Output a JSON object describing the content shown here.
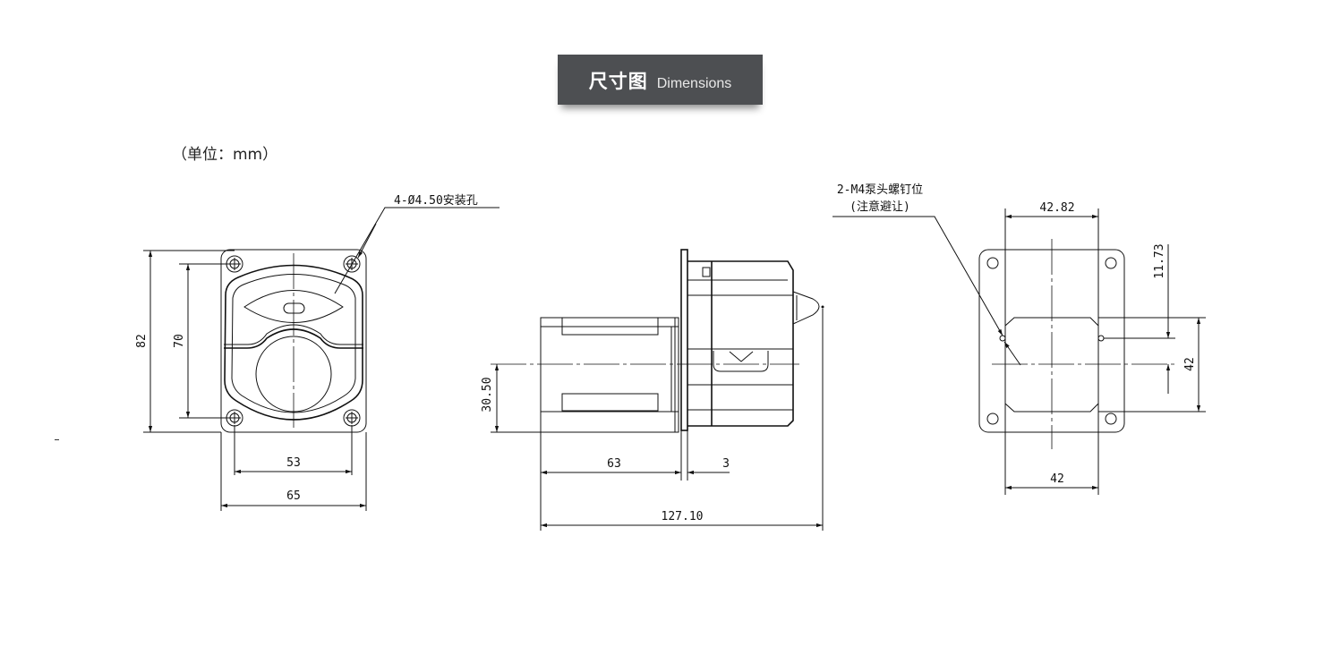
{
  "header": {
    "title_zh": "尺寸图",
    "title_en": "Dimensions",
    "accent_color": "#4d4f52"
  },
  "unit_note": "（单位：mm）",
  "front_view": {
    "hole_callout": "4-Ø4.50安装孔",
    "dims": {
      "height_outer": "82",
      "height_holes": "70",
      "width_holes": "53",
      "width_outer": "65"
    }
  },
  "side_view": {
    "dims": {
      "center_height": "30.50",
      "motor_length": "63",
      "plate_thickness": "3",
      "total_length": "127.10"
    }
  },
  "back_view": {
    "screw_callout_line1": "2-M4泵头螺钉位",
    "screw_callout_line2": "(注意避让)",
    "dims": {
      "top_width": "42.82",
      "bottom_width": "42",
      "screw_offset": "11.73",
      "height": "42"
    }
  }
}
